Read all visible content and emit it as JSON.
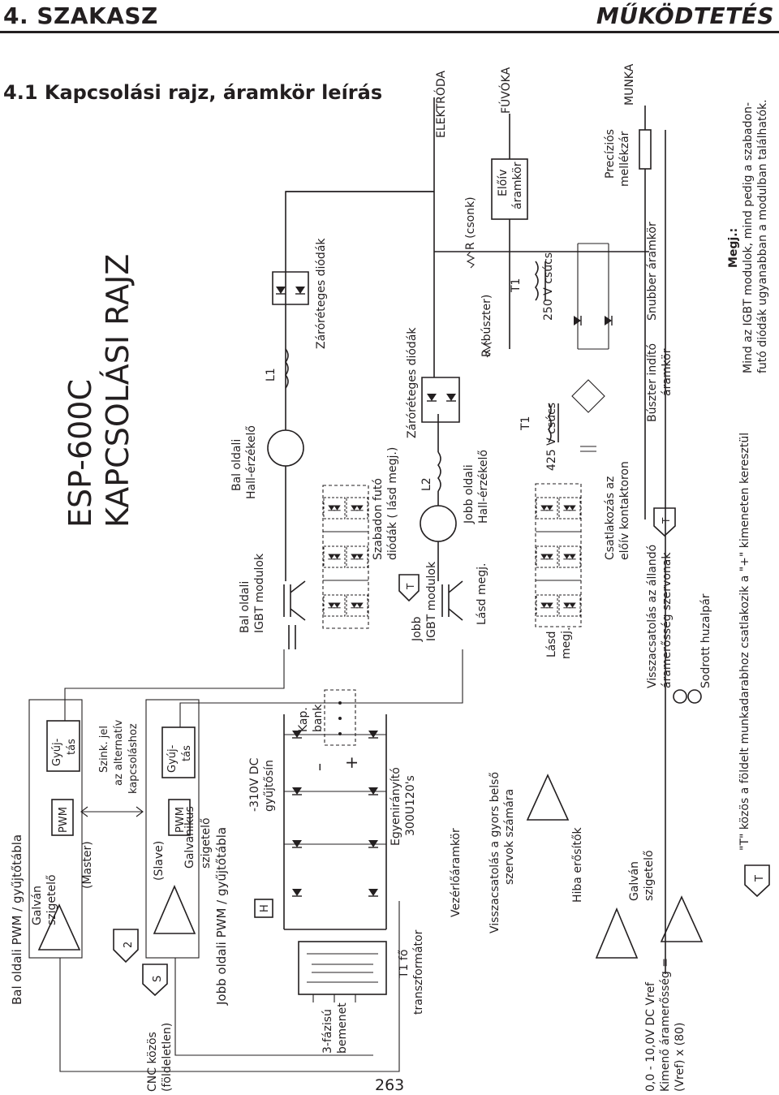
{
  "header": {
    "section": "4. SZAKASZ",
    "chapter": "MŰKÖDTETÉS"
  },
  "section_title": "4.1  Kapcsolási rajz, áramkör leírás",
  "page_number": "263",
  "diagram": {
    "title_line1": "ESP-600C",
    "title_line2": "KAPCSOLÁSI RAJZ",
    "labels": {
      "bal_pwm": "Bal oldali PWM / gyűjtőtábla",
      "jobb_pwm": "Jobb oldali PWM / gyűjtőtábla",
      "galvan_1": "Galván",
      "galvan_2": "szigetelő",
      "master": "(Master)",
      "slave": "(Slave)",
      "pwm": "PWM",
      "gyujtes_1": "Gyúj-",
      "gyujtes_2": "tás",
      "szink_1": "Szink. jel",
      "szink_2": "az alternatív",
      "szink_3": "kapcsoláshoz",
      "galvanikus_1": "Galvanikus",
      "galvanikus_2": "szigetelő",
      "box2": "2",
      "dc_1": "-310V DC",
      "dc_2": "gyűjtősín",
      "h_box": "H",
      "kap_1": "Kap.",
      "kap_2": "bank",
      "minus": "–",
      "plus": "+",
      "fazis_1": "3-fázisú",
      "fazis_2": "bemenet",
      "transz_1": "T1 fő",
      "transz_2": "transzformátor",
      "egyen_1": "Egyenirányító",
      "egyen_2": "300U120's",
      "vezerlo": "Vezérlőáramkör",
      "vissza_gyors_1": "Visszacsatolás a gyors belső",
      "vissza_gyors_2": "szervok számára",
      "hiba": "Hiba erősítők",
      "galvan_b1": "Galván",
      "galvan_b2": "szigetelő",
      "vref_1": "0,0 - 10,0V DC  Vref",
      "vref_2": "Kimenő áramerősség =",
      "vref_3": "(Vref) x (80)",
      "s_box": "S",
      "cnc_1": "CNC közös",
      "cnc_2": "(földeletlen)",
      "t_box": "T",
      "bal_igbt_1": "Bal oldali",
      "bal_igbt_2": "IGBT modulok",
      "bal_hall_1": "Bal oldali",
      "bal_hall_2": "Hall-érzékelő",
      "l1": "L1",
      "zaro_1": "Záróréteges diódák",
      "szabadon_1": "Szabadon futó",
      "szabadon_2": "diódák ( lásd megj.)",
      "zaro_2": "Záróréteges diódák",
      "elektroda": "ELEKTRÓDA",
      "jobb_igbt_1": "Jobb",
      "jobb_igbt_2": "IGBT modulok",
      "lasd_megj": "Lásd megj.",
      "l2": "L2",
      "jobb_hall_1": "Jobb oldali",
      "jobb_hall_2": "Hall-érzékelő",
      "r_buszter": "R (búszter)",
      "r_csonk": "R (csonk)",
      "lasd_1": "Lásd",
      "lasd_2": "megj.",
      "t1_a": "T1",
      "v425": "425 V csúcs",
      "t1_b": "T1",
      "v250": "250 V csúcs",
      "eloiv_1": "Előív",
      "eloiv_2": "áramkör",
      "fuvoka": "FÚVÓKA",
      "csatl_1": "Csatlakozás  az",
      "csatl_2": "előív kontaktoron",
      "buszter_1": "Búszter indító",
      "buszter_2": "áramkör",
      "snubber": "Snubber áramkör",
      "precizios_1": "Precíziós",
      "precizios_2": "mellékzár",
      "munka": "MUNKA",
      "vissza_all_1": "Visszacsatolás  az állandó",
      "vissza_all_2": "áramerősség szervonak",
      "sodrott": "Sodrott huzalpár",
      "kozos_note": "\"T\" közös a földelt munkadarabhoz csatlakozik a \"+\" kimeneten keresztül",
      "megj_title": "Megj.:",
      "megj_1": "Mind az IGBT modulok, mind pedig a szabadon-",
      "megj_2": "futó diódák ugyanabban a modulban találhatók."
    }
  }
}
